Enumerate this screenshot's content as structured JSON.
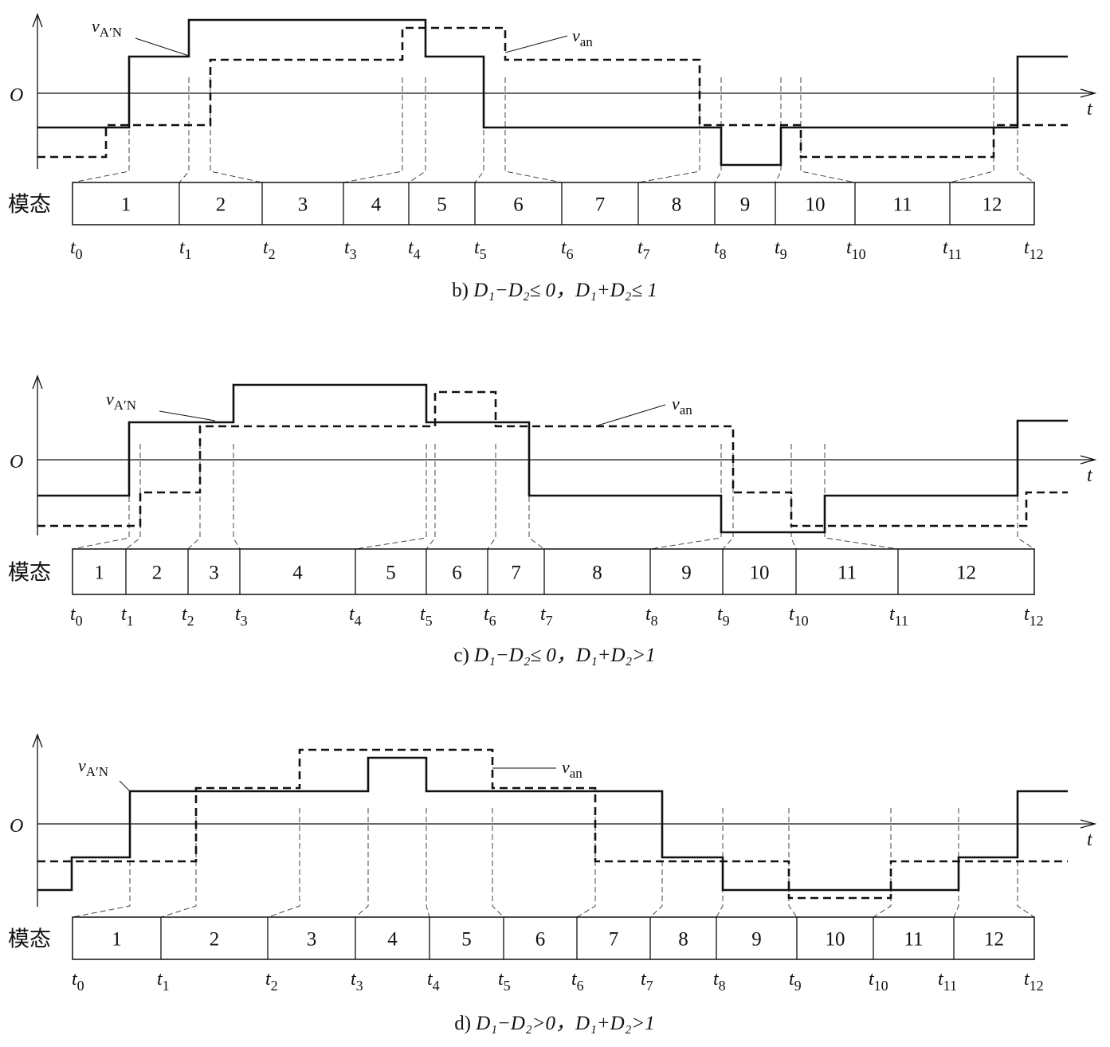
{
  "axis": {
    "origin_label": "O",
    "time_label": "t",
    "mode_label": "模态"
  },
  "signals": {
    "vAN_main": "v",
    "vAN_sub": "A′N",
    "van_main": "v",
    "van_sub": "an"
  },
  "panels": [
    {
      "id": "b",
      "modes": [
        "1",
        "2",
        "3",
        "4",
        "5",
        "6",
        "7",
        "8",
        "9",
        "10",
        "11",
        "12"
      ],
      "times": [
        "0",
        "1",
        "2",
        "3",
        "4",
        "5",
        "6",
        "7",
        "8",
        "9",
        "10",
        "11",
        "12"
      ],
      "caption": {
        "prefix": "b) ",
        "cond1": "D₁−D₂≤ 0，",
        "cond2": "D₁+D₂≤ 1"
      }
    },
    {
      "id": "c",
      "modes": [
        "1",
        "2",
        "3",
        "4",
        "5",
        "6",
        "7",
        "8",
        "9",
        "10",
        "11",
        "12"
      ],
      "times": [
        "0",
        "1",
        "2",
        "3",
        "4",
        "5",
        "6",
        "7",
        "8",
        "9",
        "10",
        "11",
        "12"
      ],
      "caption": {
        "prefix": "c) ",
        "cond1": "D₁−D₂≤ 0，",
        "cond2": "D₁+D₂>1"
      }
    },
    {
      "id": "d",
      "modes": [
        "1",
        "2",
        "3",
        "4",
        "5",
        "6",
        "7",
        "8",
        "9",
        "10",
        "11",
        "12"
      ],
      "times": [
        "0",
        "1",
        "2",
        "3",
        "4",
        "5",
        "6",
        "7",
        "8",
        "9",
        "10",
        "11",
        "12"
      ],
      "caption": {
        "prefix": "d) ",
        "cond1": "D₁−D₂>0，",
        "cond2": "D₁+D₂>1"
      }
    }
  ]
}
